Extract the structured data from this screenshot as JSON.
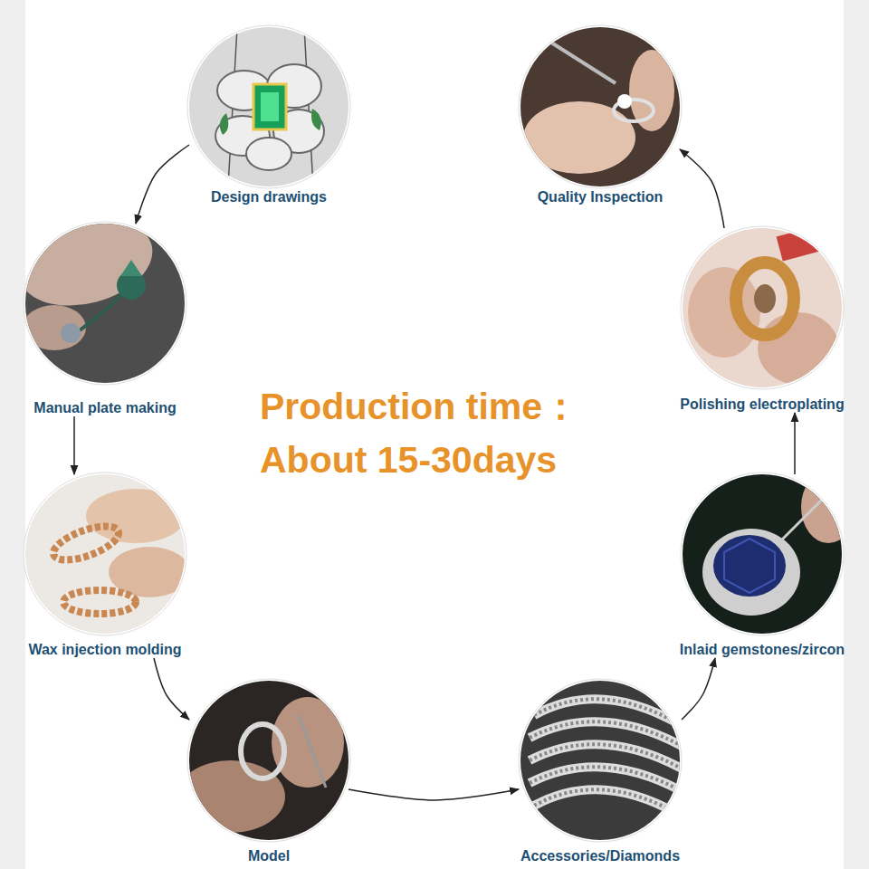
{
  "diagram": {
    "nodes": [
      {
        "text": [
          "Design drawings"
        ]
      },
      {
        "text": [
          "Manual plate making"
        ]
      },
      {
        "text": [
          "Wax injection molding"
        ]
      },
      {
        "text": [
          "Model"
        ]
      },
      {
        "text": [
          "Accessories/Diamonds"
        ]
      },
      {
        "text": [
          "Inlaid gemstones/zircon"
        ]
      },
      {
        "text": [
          "Polishing electroplating"
        ]
      },
      {
        "text": [
          "Quality Inspection"
        ]
      }
    ],
    "edges": [
      {
        "from": 0,
        "to": 1,
        "arrow": "to"
      },
      {
        "from": 1,
        "to": 2,
        "arrow": "to"
      },
      {
        "from": 2,
        "to": 3,
        "arrow": "to"
      },
      {
        "from": 3,
        "to": 4,
        "arrow": "to"
      },
      {
        "from": 4,
        "to": 5,
        "arrow": "to"
      },
      {
        "from": 5,
        "to": 6,
        "arrow": "to"
      },
      {
        "from": 6,
        "to": 7,
        "arrow": "to"
      }
    ],
    "labels": [
      "Production time： About 15-30days"
    ]
  }
}
